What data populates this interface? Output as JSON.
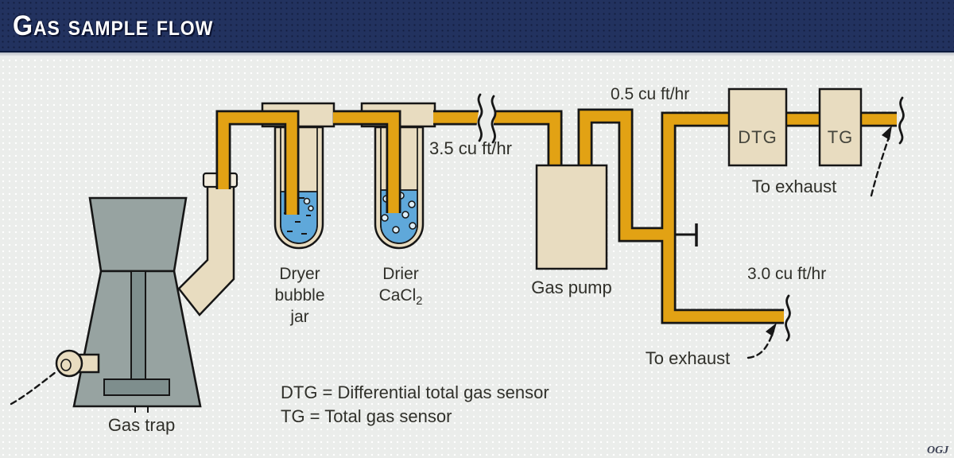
{
  "header": {
    "title": "Gas sample flow"
  },
  "labels": {
    "gas_trap": "Gas trap",
    "dryer_jar": "Dryer\nbubble\njar",
    "drier_name": "Drier",
    "drier_formula": "CaCl",
    "drier_formula_sub": "2",
    "inlet_flow": "3.5 cu ft/hr",
    "gas_pump": "Gas pump",
    "sensor_flow": "0.5 cu ft/hr",
    "dtg": "DTG",
    "tg": "TG",
    "exhaust_top": "To exhaust",
    "exhaust_flow": "3.0 cu ft/hr",
    "exhaust_bottom": "To exhaust",
    "credit": "OGJ"
  },
  "legend": {
    "dtg_definition": "DTG = Differential total gas sensor",
    "tg_definition": "TG = Total gas sensor"
  },
  "colors": {
    "navy": "#22325f",
    "bg": "#ebedeb",
    "ink": "#161616",
    "pipe": "#e2a214",
    "beige": "#e8dcc0",
    "beige_light": "#f2ecdd",
    "trap": "#97a3a1",
    "trap_dark": "#7e8e8d",
    "blue": "#5fa8da",
    "text": "#30302a"
  }
}
